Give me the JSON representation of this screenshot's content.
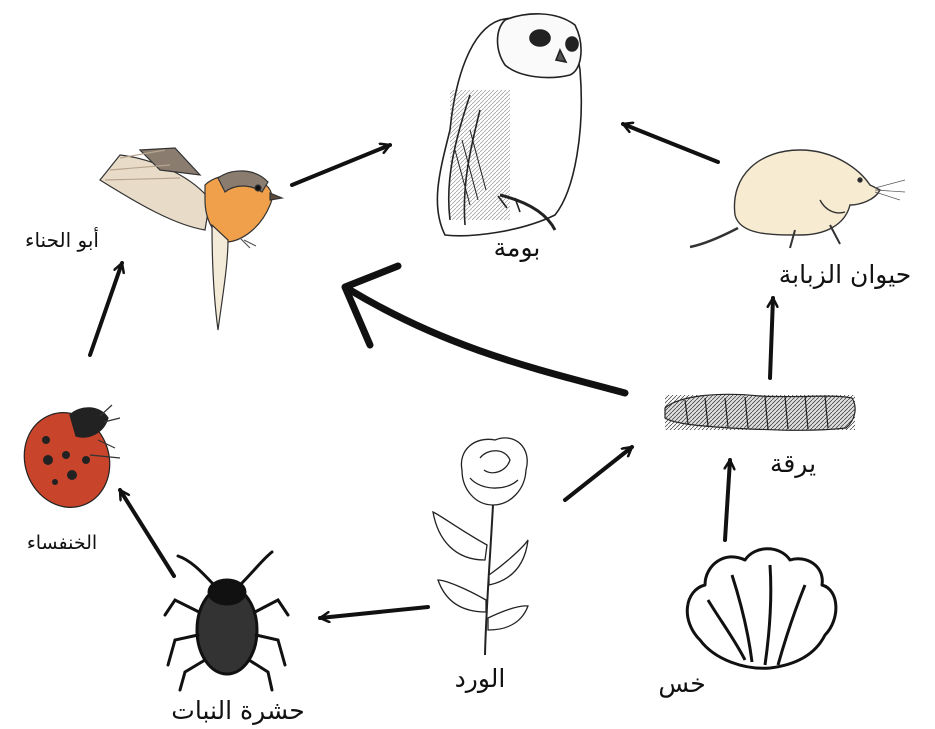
{
  "organisms": {
    "owl": "بومة",
    "robin": "أبو الحناء",
    "shrew": "حيوان الزبابة",
    "caterpillar": "يرقة",
    "ladybug": "الخنفساء",
    "aphid": "حشرة النبات",
    "rose": "الورد",
    "lettuce": "خس"
  },
  "colors": {
    "robin_breast": "#f0a04b",
    "ladybug_red": "#c8452c",
    "arrow": "#111111"
  }
}
